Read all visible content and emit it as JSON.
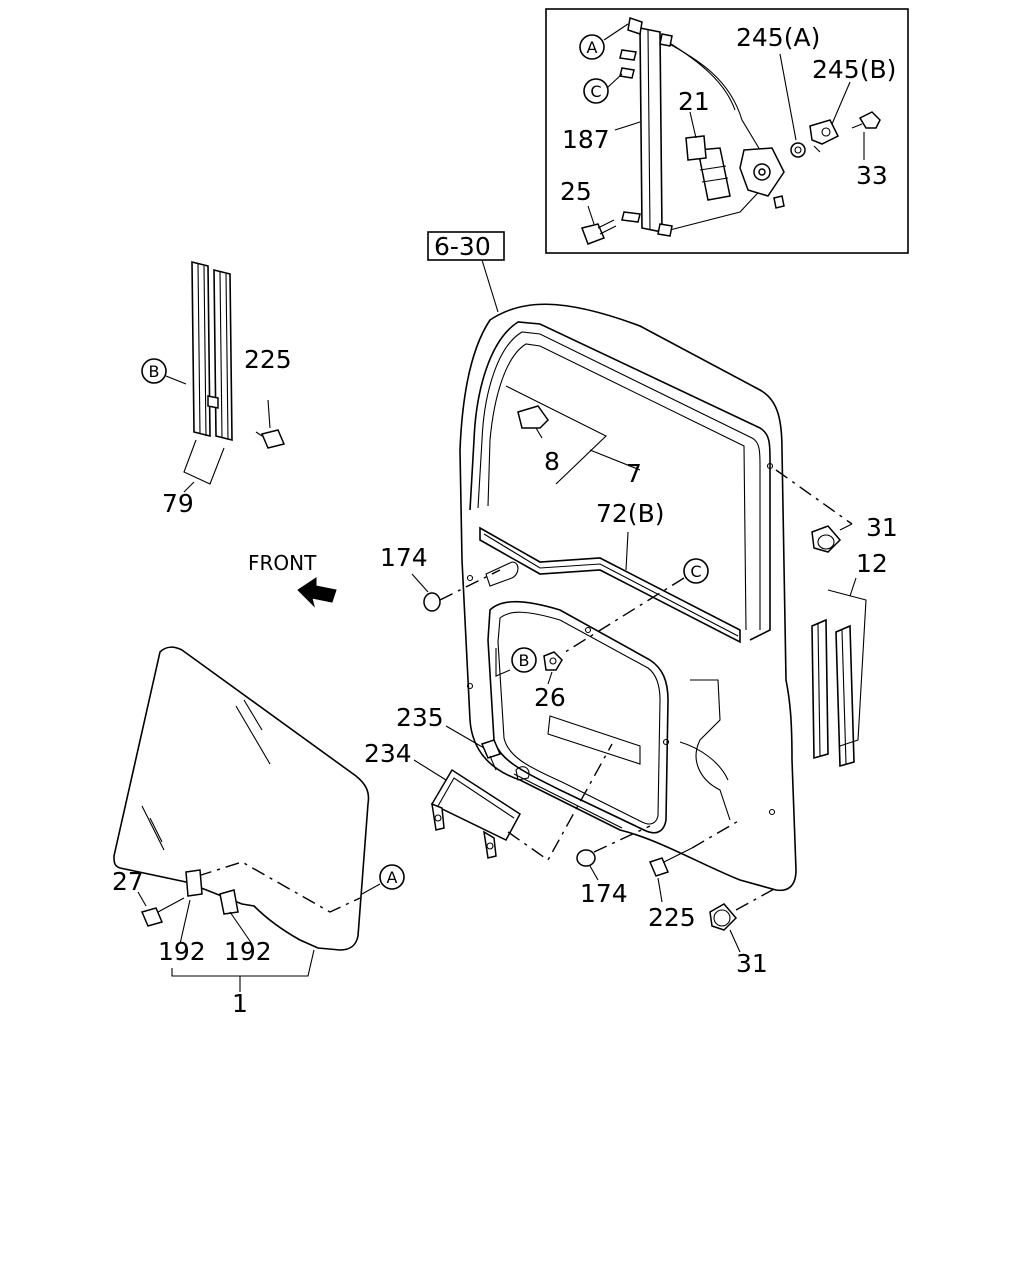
{
  "labels": {
    "door_ref": "6-30",
    "glass": "1",
    "pad_a": "192",
    "pad_b": "192",
    "glass_bolt": "27",
    "run_channel_rear": "79",
    "rear_bolt": "225",
    "front_label": "FRONT",
    "hole_plug_upper": "174",
    "hole_plug_lower": "174",
    "weatherstrip_outer": "7",
    "clip": "8",
    "weatherstrip_belt": "72(B)",
    "bumper_upper": "31",
    "bumper_lower": "31",
    "run_channel_front": "12",
    "nut": "26",
    "bracket_bolt": "235",
    "bracket": "234",
    "lower_bolt": "225",
    "regulator": "187",
    "motor": "21",
    "reg_bolt": "25",
    "grommet_a": "245(A)",
    "grommet_b": "245(B)",
    "reg_screw": "33"
  },
  "callouts": {
    "A": "A",
    "B": "B",
    "C": "C"
  }
}
